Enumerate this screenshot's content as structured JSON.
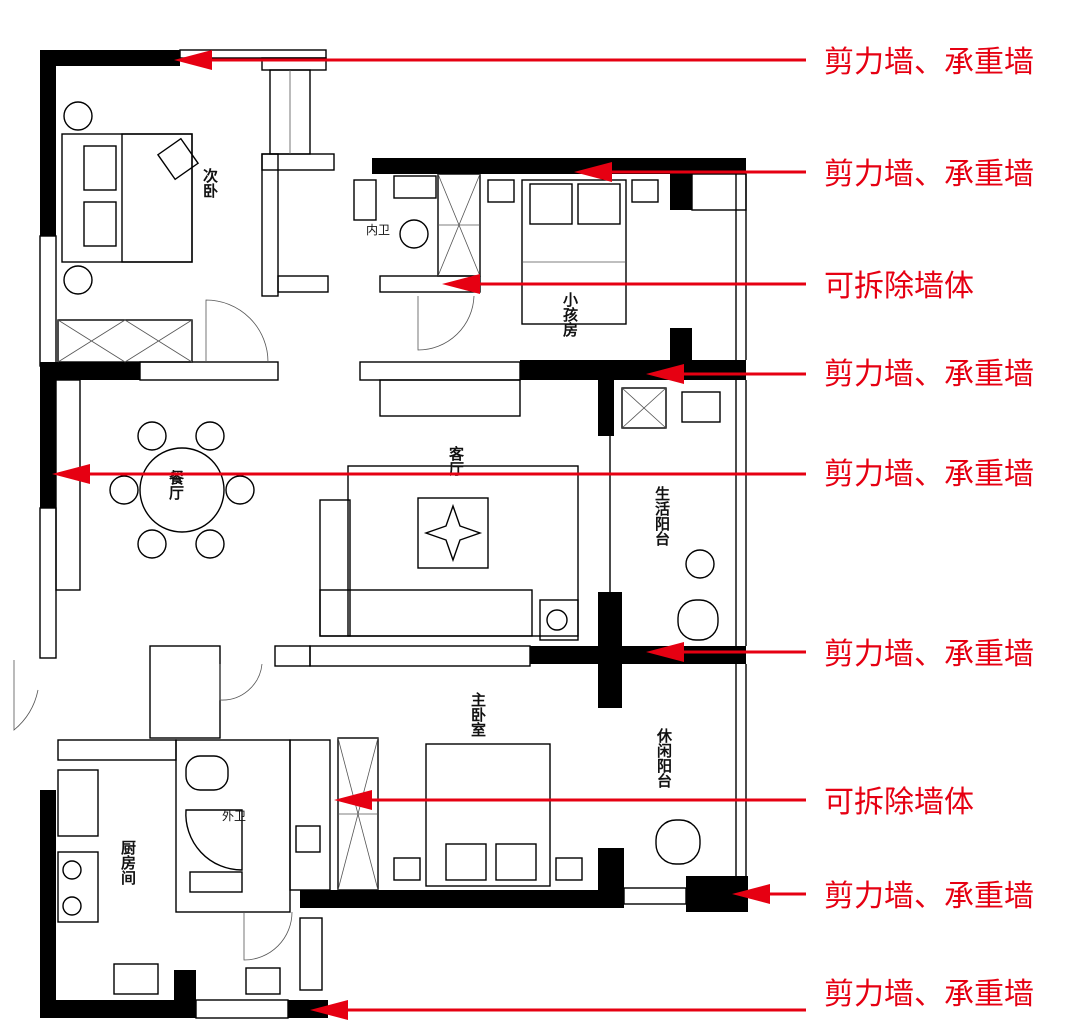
{
  "diagram": {
    "colors": {
      "annotation": "#e60012",
      "wall": "#000000",
      "line": "#000000"
    },
    "rooms": {
      "second_bedroom": "次卧",
      "inner_bath": "内卫",
      "kids_room": "小孩房",
      "living_room": "客厅",
      "dining_room": "餐厅",
      "utility_balcony": "生活阳台",
      "master_bedroom": "主卧室",
      "leisure_balcony": "休闲阳台",
      "outer_bath": "外卫",
      "kitchen": "厨房间"
    },
    "annotations": [
      {
        "label": "剪力墙、承重墙"
      },
      {
        "label": "剪力墙、承重墙"
      },
      {
        "label": "可拆除墙体"
      },
      {
        "label": "剪力墙、承重墙"
      },
      {
        "label": "剪力墙、承重墙"
      },
      {
        "label": "剪力墙、承重墙"
      },
      {
        "label": "可拆除墙体"
      },
      {
        "label": "剪力墙、承重墙"
      },
      {
        "label": "剪力墙、承重墙"
      }
    ]
  }
}
